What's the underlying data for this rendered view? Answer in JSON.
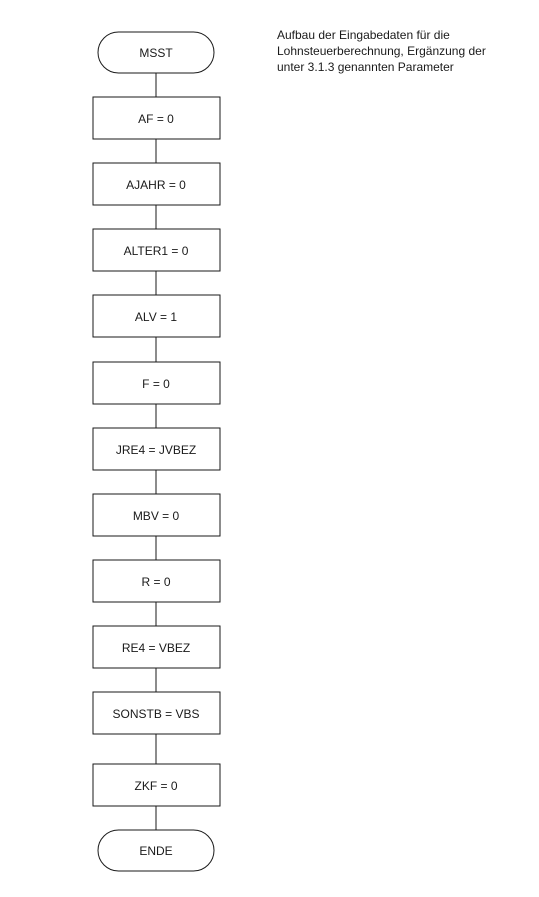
{
  "note": {
    "lines": [
      "Aufbau der Eingabedaten für die",
      "Lohnsteuerberechnung, Ergänzung der",
      "unter 3.1.3 genannten Parameter"
    ]
  },
  "flowchart": {
    "start": "MSST",
    "steps": [
      "AF = 0",
      "AJAHR = 0",
      "ALTER1 = 0",
      "ALV = 1",
      "F = 0",
      "JRE4 = JVBEZ",
      "MBV = 0",
      "R = 0",
      "RE4 = VBEZ",
      "SONSTB = VBS",
      "ZKF = 0"
    ],
    "end": "ENDE"
  }
}
